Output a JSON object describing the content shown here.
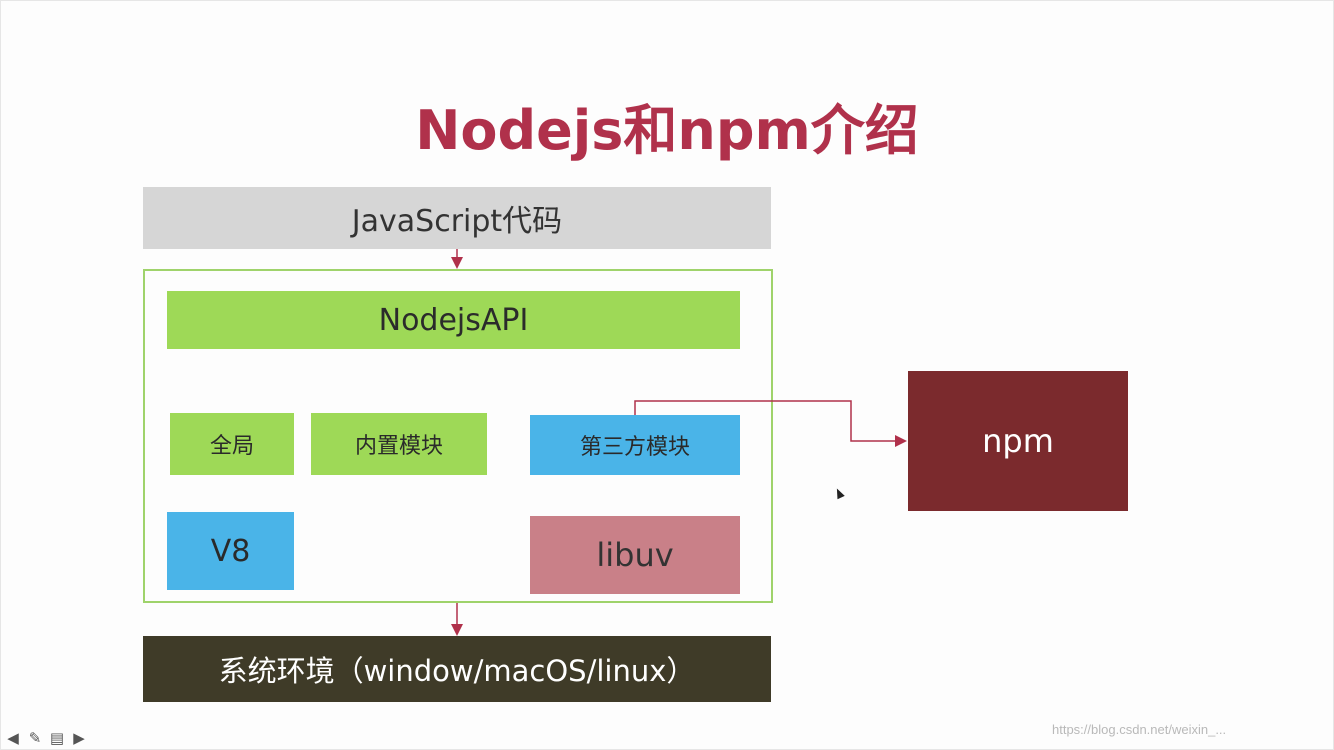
{
  "title": "Nodejs和npm介绍",
  "diagram": {
    "javascript": "JavaScript代码",
    "nodejs_api": "NodejsAPI",
    "global": "全局",
    "builtin_modules": "内置模块",
    "third_party_modules": "第三方模块",
    "v8": "V8",
    "libuv": "libuv",
    "system_env": "系统环境（window/macOS/linux）",
    "npm": "npm"
  },
  "colors": {
    "title": "#b0314b",
    "green": "#9ed957",
    "blue": "#4ab4e8",
    "libuv": "#c98088",
    "npm": "#7b2a2d",
    "system": "#3f3b28",
    "gray": "#d6d6d6",
    "arrow": "#b0314b"
  },
  "watermark": "https://blog.csdn.net/weixin_..."
}
